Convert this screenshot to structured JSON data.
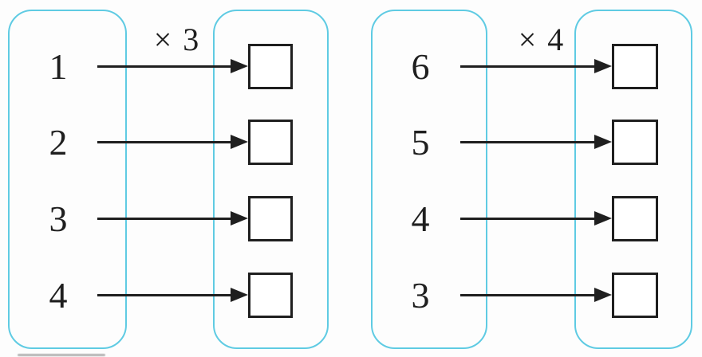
{
  "figure": {
    "background": "#fdfdfd",
    "accent_border_color": "#5fcbe3",
    "ink_color": "#1f1f1f"
  },
  "groups": [
    {
      "id": "times-3",
      "operation_label": "× 3",
      "inputs": [
        "1",
        "2",
        "3",
        "4"
      ],
      "answers": [
        "",
        "",
        "",
        ""
      ]
    },
    {
      "id": "times-4",
      "operation_label": "× 4",
      "inputs": [
        "6",
        "5",
        "4",
        "3"
      ],
      "answers": [
        "",
        "",
        "",
        ""
      ]
    }
  ]
}
